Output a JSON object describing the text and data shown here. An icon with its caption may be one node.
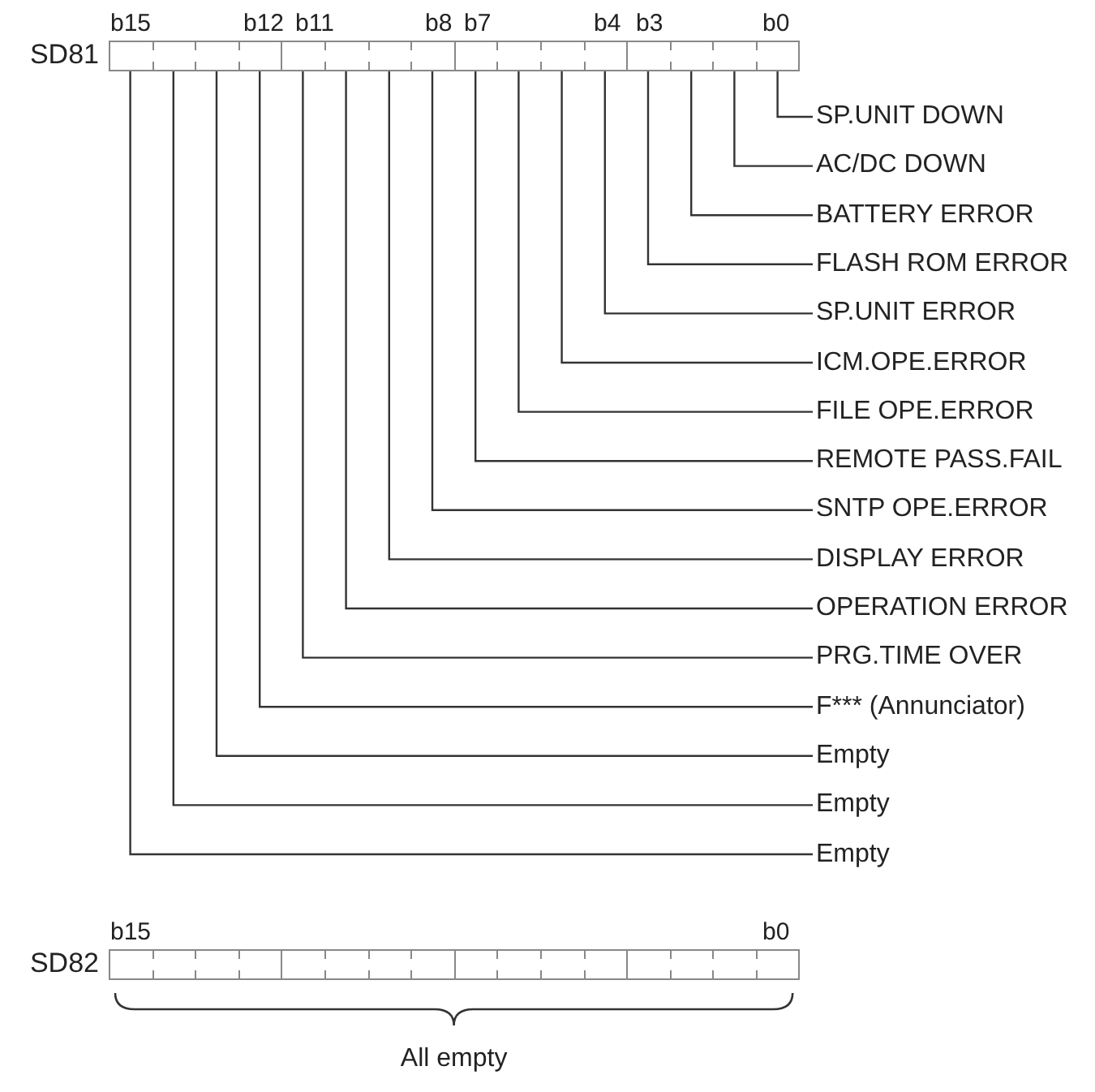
{
  "diagram": {
    "nodes": [
      {
        "text": [],
        "shape": "bar",
        "beside": [
          "SD81",
          "b15",
          "b12",
          "b11",
          "b8",
          "b7",
          "b4",
          "b3",
          "b0"
        ]
      },
      {
        "text": [],
        "shape": "box",
        "in": 0
      },
      {
        "text": [],
        "shape": "box",
        "in": 0
      },
      {
        "text": [],
        "shape": "box",
        "in": 0
      },
      {
        "text": [],
        "shape": "box",
        "in": 0
      },
      {
        "text": [],
        "shape": "box",
        "in": 0
      },
      {
        "text": [],
        "shape": "box",
        "in": 0
      },
      {
        "text": [],
        "shape": "box",
        "in": 0
      },
      {
        "text": [],
        "shape": "box",
        "in": 0
      },
      {
        "text": [],
        "shape": "box",
        "in": 0
      },
      {
        "text": [],
        "shape": "box",
        "in": 0
      },
      {
        "text": [],
        "shape": "box",
        "in": 0
      },
      {
        "text": [],
        "shape": "box",
        "in": 0
      },
      {
        "text": [],
        "shape": "box",
        "in": 0
      },
      {
        "text": [],
        "shape": "box",
        "in": 0
      },
      {
        "text": [],
        "shape": "box",
        "in": 0
      },
      {
        "text": [],
        "shape": "box",
        "in": 0
      },
      {
        "text": [
          "SP.UNIT DOWN"
        ]
      },
      {
        "text": [
          "AC/DC DOWN"
        ]
      },
      {
        "text": [
          "BATTERY ERROR"
        ]
      },
      {
        "text": [
          "FLASH ROM ERROR"
        ]
      },
      {
        "text": [
          "SP.UNIT ERROR"
        ]
      },
      {
        "text": [
          "ICM.OPE.ERROR"
        ]
      },
      {
        "text": [
          "FILE OPE.ERROR"
        ]
      },
      {
        "text": [
          "REMOTE PASS.FAIL"
        ]
      },
      {
        "text": [
          "SNTP OPE.ERROR"
        ]
      },
      {
        "text": [
          "DISPLAY ERROR"
        ]
      },
      {
        "text": [
          "OPERATION ERROR"
        ]
      },
      {
        "text": [
          "PRG.TIME OVER"
        ]
      },
      {
        "text": [
          "F*** (Annunciator)"
        ]
      },
      {
        "text": [
          "Empty"
        ]
      },
      {
        "text": [
          "Empty"
        ]
      },
      {
        "text": [
          "Empty"
        ]
      },
      {
        "text": [],
        "shape": "bar",
        "beside": [
          "SD82",
          "b15",
          "b0"
        ]
      },
      {
        "text": [],
        "shape": "box",
        "in": 33
      },
      {
        "text": [],
        "shape": "box",
        "in": 33
      },
      {
        "text": [],
        "shape": "box",
        "in": 33
      },
      {
        "text": [],
        "shape": "box",
        "in": 33
      },
      {
        "text": [],
        "shape": "box",
        "in": 33
      },
      {
        "text": [],
        "shape": "box",
        "in": 33
      },
      {
        "text": [],
        "shape": "box",
        "in": 33
      },
      {
        "text": [],
        "shape": "box",
        "in": 33
      },
      {
        "text": [],
        "shape": "box",
        "in": 33
      },
      {
        "text": [],
        "shape": "box",
        "in": 33
      },
      {
        "text": [],
        "shape": "box",
        "in": 33
      },
      {
        "text": [],
        "shape": "box",
        "in": 33
      },
      {
        "text": [],
        "shape": "box",
        "in": 33
      },
      {
        "text": [],
        "shape": "box",
        "in": 33
      },
      {
        "text": [],
        "shape": "box",
        "in": 33
      },
      {
        "text": [],
        "shape": "box",
        "in": 33
      }
    ],
    "edges": [
      {
        "from": 17,
        "to": 16,
        "arrow": "none"
      },
      {
        "from": 18,
        "to": 15,
        "arrow": "none"
      },
      {
        "from": 19,
        "to": 14,
        "arrow": "none"
      },
      {
        "from": 20,
        "to": 13,
        "arrow": "none"
      },
      {
        "from": 21,
        "to": 12,
        "arrow": "none"
      },
      {
        "from": 22,
        "to": 11,
        "arrow": "none"
      },
      {
        "from": 23,
        "to": 10,
        "arrow": "none"
      },
      {
        "from": 24,
        "to": 9,
        "arrow": "none"
      },
      {
        "from": 25,
        "to": 8,
        "arrow": "none"
      },
      {
        "from": 26,
        "to": 7,
        "arrow": "none"
      },
      {
        "from": 27,
        "to": 6,
        "arrow": "none"
      },
      {
        "from": 28,
        "to": 5,
        "arrow": "none"
      },
      {
        "from": 29,
        "to": 4,
        "arrow": "none"
      },
      {
        "from": 30,
        "to": 3,
        "arrow": "none"
      },
      {
        "from": 31,
        "to": 2,
        "arrow": "none"
      },
      {
        "from": 32,
        "to": 1,
        "arrow": "none"
      }
    ],
    "labels": [
      "All empty"
    ]
  }
}
